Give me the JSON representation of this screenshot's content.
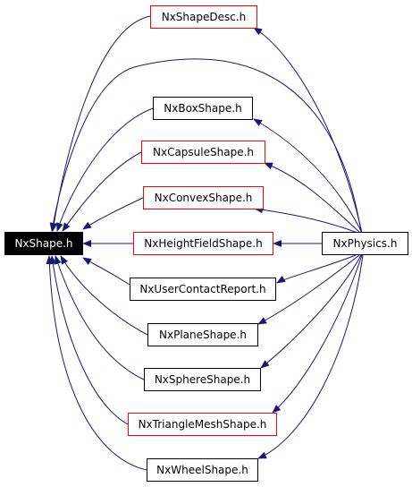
{
  "diagram": {
    "colors": {
      "edge": "#191970",
      "node_border": "#000000",
      "incomplete_node_border": "#ff0000",
      "current_node_fill": "#000000",
      "current_node_text": "#ffffff"
    },
    "current": {
      "label": "NxShape.h"
    },
    "root": {
      "label": "NxPhysics.h"
    },
    "intermediates": [
      {
        "label": "NxShapeDesc.h",
        "border": "red"
      },
      {
        "label": "NxBoxShape.h",
        "border": "black"
      },
      {
        "label": "NxCapsuleShape.h",
        "border": "red"
      },
      {
        "label": "NxConvexShape.h",
        "border": "red"
      },
      {
        "label": "NxHeightFieldShape.h",
        "border": "red"
      },
      {
        "label": "NxUserContactReport.h",
        "border": "black"
      },
      {
        "label": "NxPlaneShape.h",
        "border": "black"
      },
      {
        "label": "NxSphereShape.h",
        "border": "black"
      },
      {
        "label": "NxTriangleMeshShape.h",
        "border": "red"
      },
      {
        "label": "NxWheelShape.h",
        "border": "black"
      }
    ]
  }
}
